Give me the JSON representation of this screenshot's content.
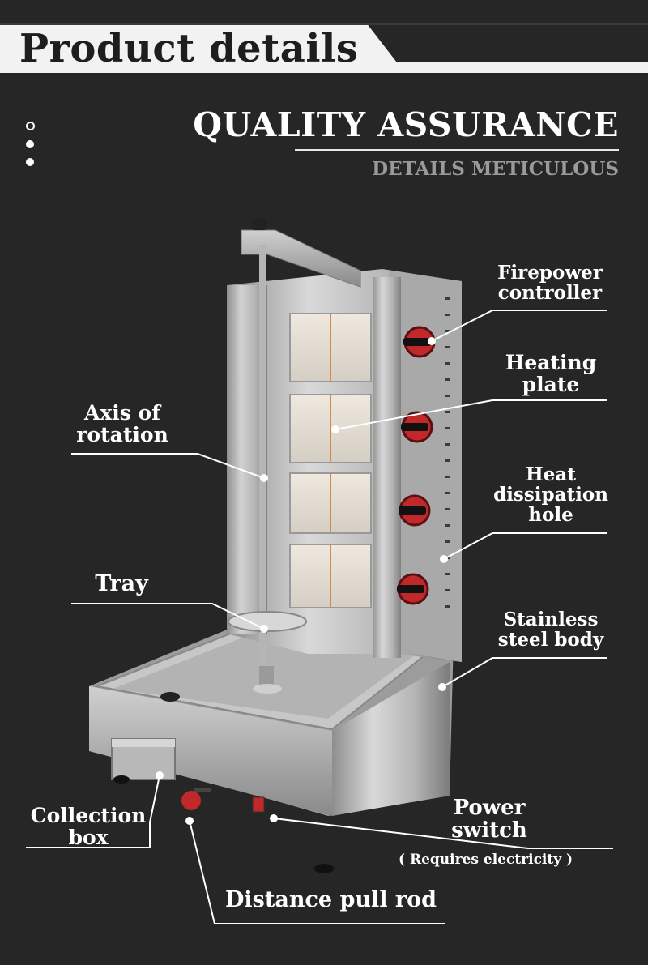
{
  "header": {
    "title": "Product details"
  },
  "banner": {
    "title": "QUALITY ASSURANCE",
    "subtitle": "DETAILS METICULOUS"
  },
  "callouts": {
    "firepower": [
      "Firepower",
      "controller"
    ],
    "heating": [
      "Heating",
      "plate"
    ],
    "axis": [
      "Axis of",
      "rotation"
    ],
    "heat_dissipation": [
      "Heat",
      "dissipation",
      "hole"
    ],
    "tray": [
      "Tray"
    ],
    "stainless": [
      "Stainless",
      "steel body"
    ],
    "collection": [
      "Collection",
      "box"
    ],
    "power": [
      "Power",
      "switch"
    ],
    "power_note": "( Requires electricity )",
    "pull_rod": [
      "Distance pull rod"
    ]
  },
  "colors": {
    "background": "#262626",
    "header_band": "#f2f2f2",
    "text": "#ffffff",
    "subtitle": "#9a9a9a",
    "knob": "#c0282a"
  }
}
